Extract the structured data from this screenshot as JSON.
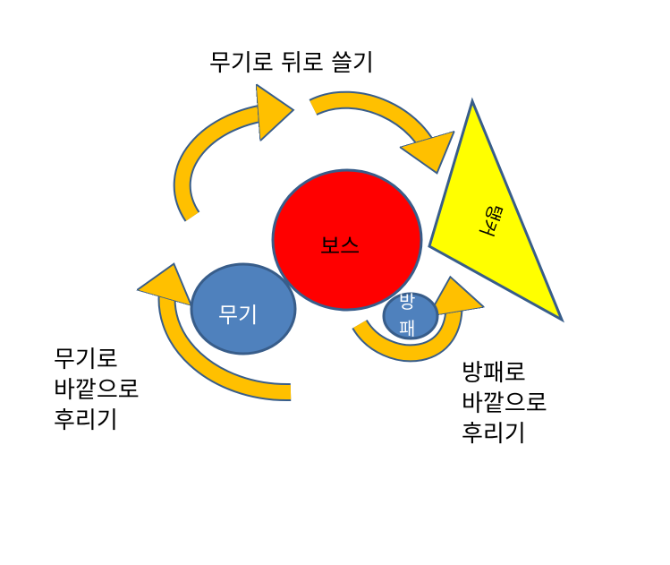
{
  "title": "무기로 뒤로 쓸기",
  "left_label": "무기로\n바깥으로\n후리기",
  "right_label": "방패로\n바깥으로\n후리기",
  "boss": "보스",
  "weapon": "무기",
  "shield": "방\n패",
  "tank": "탱커",
  "colors": {
    "boss": "#ff0000",
    "blue": "#4f81bd",
    "tank": "#ffff00",
    "arrow": "#ffc000",
    "outline": "#385d8a"
  }
}
